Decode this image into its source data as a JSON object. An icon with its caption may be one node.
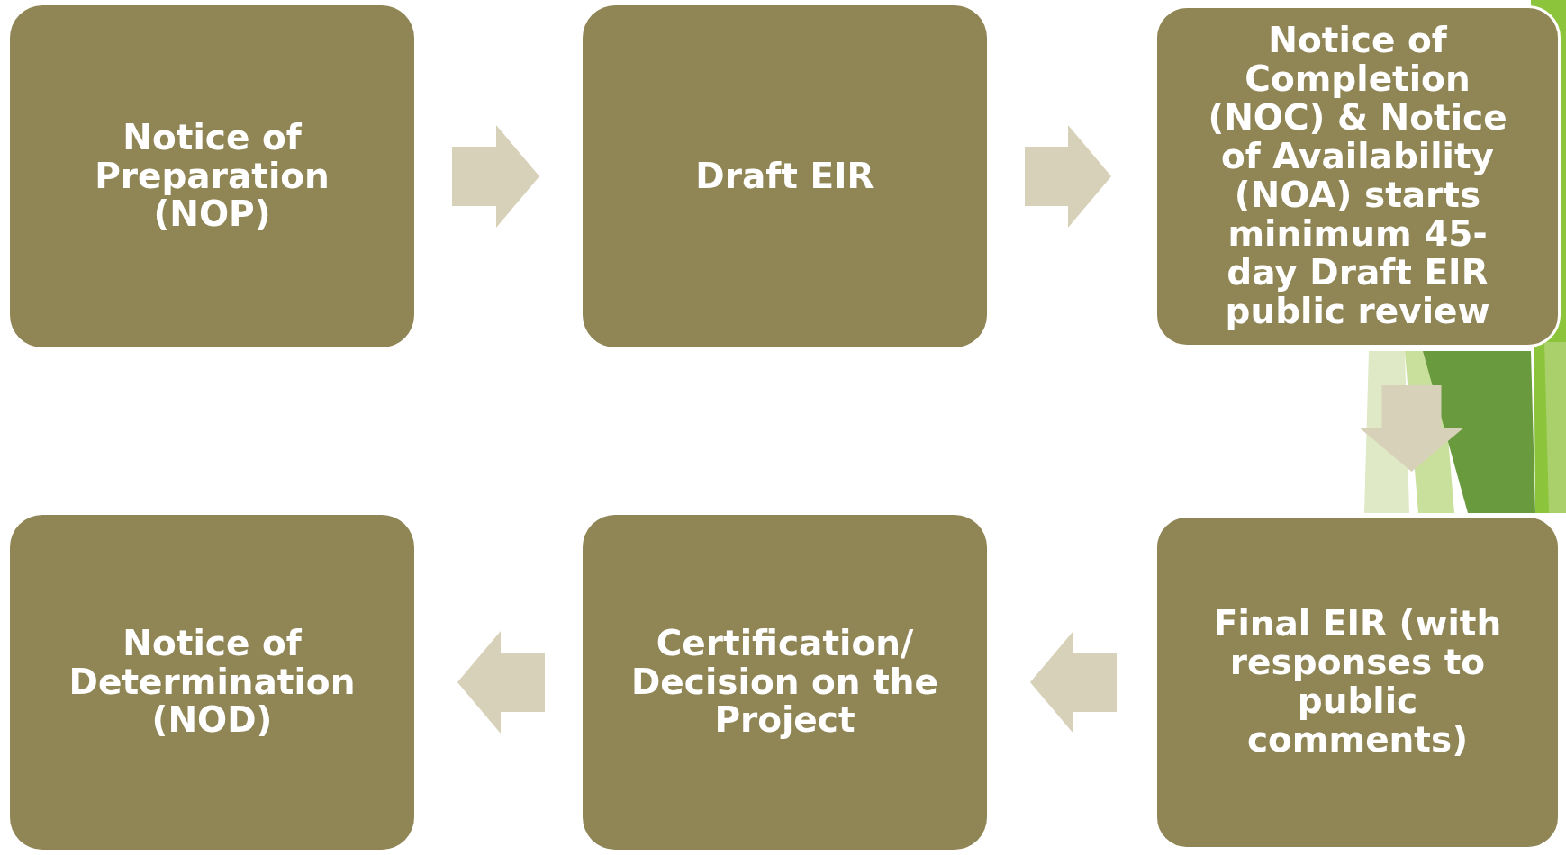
{
  "diagram": {
    "nodes": [
      {
        "text": [
          "Notice of Preparation (NOP)"
        ]
      },
      {
        "text": [
          "Draft EIR"
        ]
      },
      {
        "text": [
          "Notice of Completion (NOC) & Notice of Availability (NOA) starts minimum 45-day Draft EIR public review"
        ]
      },
      {
        "text": [
          "Notice of Determination (NOD)"
        ]
      },
      {
        "text": [
          "Certification/ Decision on the Project"
        ]
      },
      {
        "text": [
          "Final EIR (with responses to public comments)"
        ]
      }
    ],
    "edges": [
      {
        "from": 0,
        "to": 1,
        "arrow": "to"
      },
      {
        "from": 1,
        "to": 2,
        "arrow": "to"
      },
      {
        "from": 2,
        "to": 5,
        "arrow": "to"
      },
      {
        "from": 5,
        "to": 4,
        "arrow": "to"
      },
      {
        "from": 4,
        "to": 3,
        "arrow": "to"
      }
    ]
  }
}
